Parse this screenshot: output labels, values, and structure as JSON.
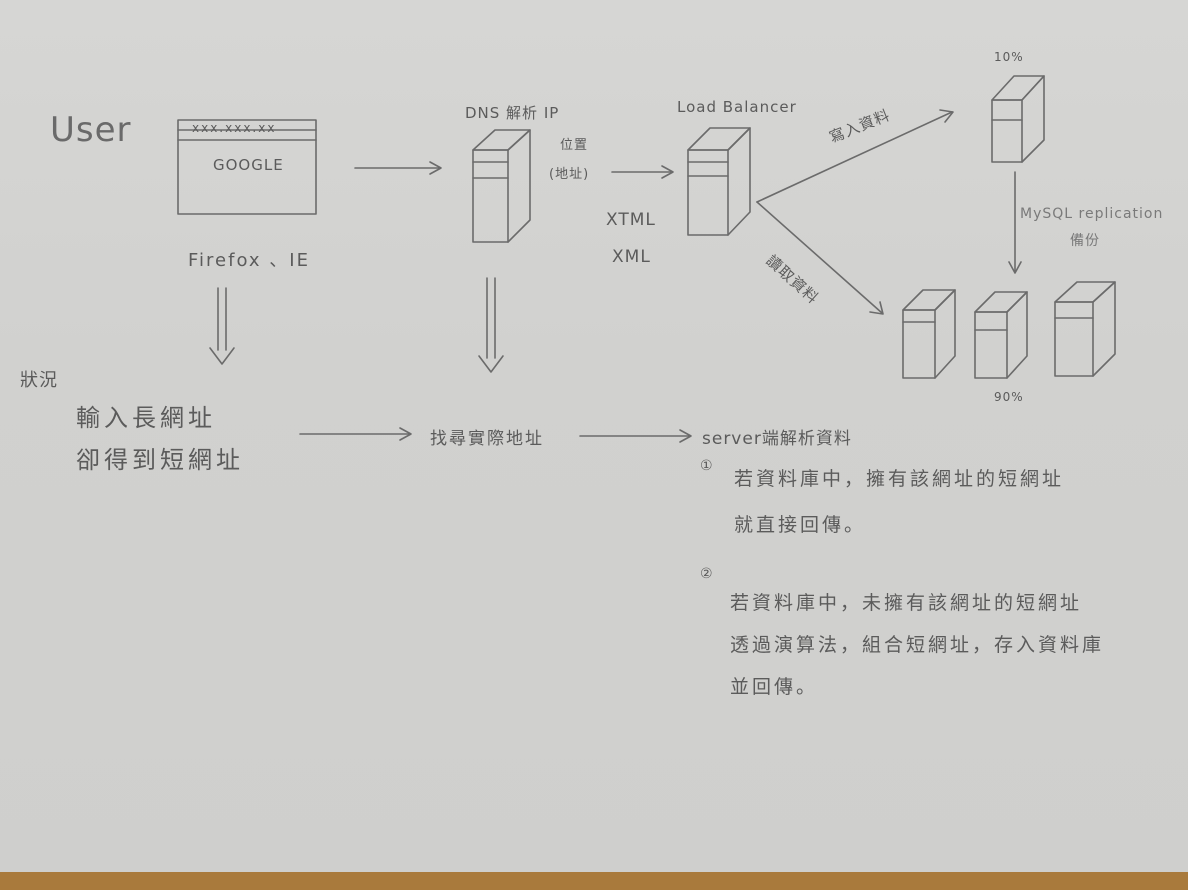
{
  "user_label": "User",
  "browser": {
    "address": "xxx.xxx.xx",
    "page": "GOOGLE",
    "clients": "Firefox 、IE"
  },
  "dns": {
    "title": "DNS 解析 IP",
    "sub1": "位置",
    "sub2": "(地址)"
  },
  "formats": [
    "XTML",
    "XML"
  ],
  "load_balancer": "Load Balancer",
  "write_label": "寫入資料",
  "read_label": "讀取資料",
  "master_percent": "10%",
  "replication": {
    "line1": "MySQL replication",
    "line2": "備份"
  },
  "slave_percent": "90%",
  "status": {
    "label": "狀況",
    "line1": "輸入長網址",
    "line2": "卻得到短網址"
  },
  "find_address": "找尋實際地址",
  "server_parse": "server端解析資料",
  "case1": {
    "marker": "①",
    "line1": "若資料庫中，擁有該網址的短網址",
    "line2": "就直接回傳。"
  },
  "case2": {
    "marker": "②",
    "line1": "若資料庫中，未擁有該網址的短網址",
    "line2": "透過演算法，組合短網址，存入資料庫",
    "line3": "並回傳。"
  }
}
